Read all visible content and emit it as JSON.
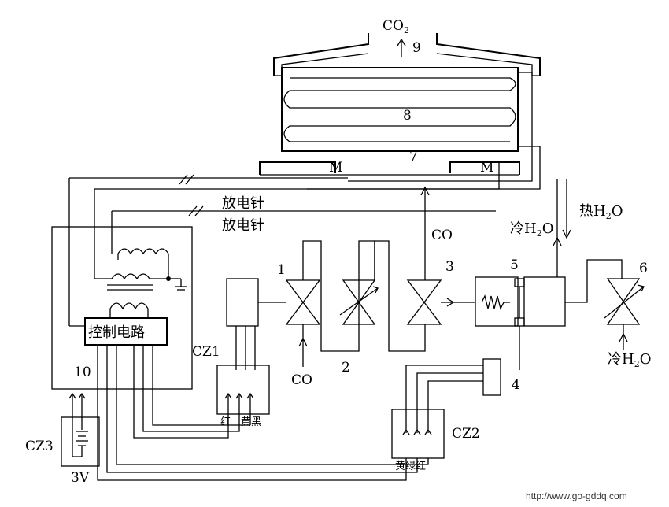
{
  "labels": {
    "co2": "CO",
    "co2_sub": "2",
    "n1": "1",
    "n2": "2",
    "n3": "3",
    "n4": "4",
    "n5": "5",
    "n6": "6",
    "n7": "7",
    "n8": "8",
    "n9": "9",
    "n10": "10",
    "motor_left": "M",
    "motor_right": "M",
    "electrode_1": "放电针",
    "electrode_2": "放电针",
    "control_circuit": "控制电路",
    "cz1": "CZ1",
    "cz2": "CZ2",
    "cz3": "CZ3",
    "voltage": "3V",
    "co_in": "CO",
    "co_out": "CO",
    "cold_water_out_prefix": "冷H",
    "cold_water_out_sub": "2",
    "cold_water_out_suffix": "O",
    "hot_water_prefix": "热H",
    "hot_water_sub": "2",
    "hot_water_suffix": "O",
    "cold_water_in_prefix": "冷H",
    "cold_water_in_sub": "2",
    "cold_water_in_suffix": "O",
    "cz1_wire_red": "红",
    "cz1_wire_yellow_black": "黄黑",
    "cz2_wires": "黄绿红"
  },
  "watermark": "http://www.go-gddq.com"
}
